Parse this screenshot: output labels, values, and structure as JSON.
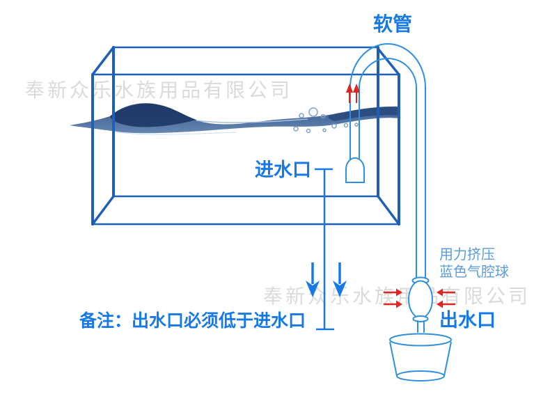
{
  "diagram": {
    "labels": {
      "hose": "软管",
      "inlet": "进水口",
      "outlet": "出水口",
      "squeeze_line1": "用力挤压",
      "squeeze_line2": "蓝色气腔球",
      "note": "备注：出水口必须低于进水口"
    },
    "watermark": "奉新众乐水族用品有限公司",
    "colors": {
      "label_blue": "#1778e8",
      "secondary_label_blue": "#5b9bdf",
      "tank_outline_blue": "#1e5fb8",
      "hose_outline_blue": "#2e8fe0",
      "flow_arrow_red": "#e02424",
      "watermark_gray": "#dadada",
      "water_dark_navy": "#1d3765"
    }
  }
}
